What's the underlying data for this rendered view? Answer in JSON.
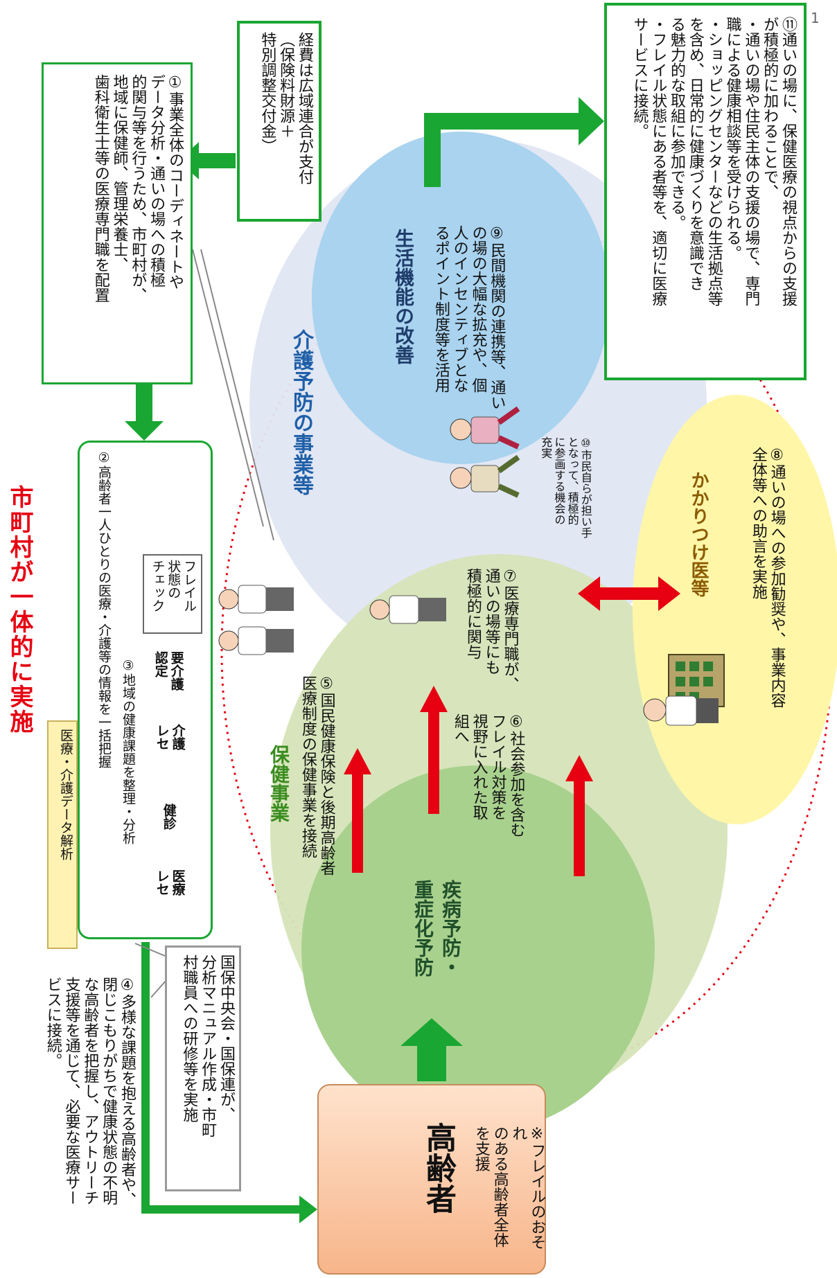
{
  "page_number": "1",
  "title": "市町村が一体的に実施",
  "colors": {
    "green": "#1aa632",
    "red": "#e60012",
    "title_red": "#e60012",
    "blue_title": "#1f5fa8",
    "green_title": "#3a8c1f",
    "brown_title": "#8a5a00"
  },
  "box_funding": {
    "text": "経費は広域連合が支付\n（保険料財源＋\n特別調整交付金）"
  },
  "box_item1": {
    "text": "①事業全体のコーディネートや\nデータ分析・通いの場への積極\n的関与等を行うため、市町村が、\n地域に保健師、管理栄養士、\n歯科衛生士等の医療専門職を配置"
  },
  "box_item11": {
    "text": "⑪通いの場に、保健医療の視点からの支援\nが積極的に加わることで、\n・通いの場や住民主体の支援の場で、専門\n職による健康相談等を受けられる。\n・ショッピングセンターなどの生活拠点等\nを含め、日常的に健康づくりを意識でき\nる魅力的な取組に参加できる。\n・フレイル状態にある者等を、適切に医療\nサービスに接続。"
  },
  "data_panel": {
    "label": "医療・介護データ解析",
    "item2": "②高齢者一人ひとりの医療・介護等の情報を一括把握",
    "item3": "③地域の健康課題を整理・分析",
    "db_items": [
      "医療\nレセ",
      "健診",
      "介護\nレセ",
      "要介護\n認定"
    ],
    "check_card": "フレイル\n状態の\nチェック",
    "computer_icon": "computer-icon"
  },
  "box_kokuho": {
    "text": "国保中央会・国保連が、\n分析マニュアル作成・市町\n村職員への研修等を実施"
  },
  "item4": {
    "text": "④多様な課題を抱える高齢者や、\n閉じこもりがちで健康状態の不明\nな高齢者を把握し、アウトリーチ\n支援等を通じて、必要な医療サー\nビスに接続。"
  },
  "elderly_box": {
    "title": "高齢者",
    "note": "※フレイルのおそれ\nのある高齢者全体\nを支援"
  },
  "circles": {
    "kaigo_title": "介護予防の事業等",
    "seikatsu_title": "生活機能の改善",
    "hoken_title": "保健事業",
    "shippei_title": "疾病予防・\n重症化予防",
    "kakaritsuke_title": "かかりつけ医等"
  },
  "items": {
    "item5": "⑤国民健康保険と後期高齢者\n医療制度の保健事業を接続",
    "item6": "⑥社会参加を含む\nフレイル対策を\n視野に入れた取\n組へ",
    "item7": "⑦医療専門職が、\n通いの場等にも\n積極的に関与",
    "item8": "⑧通いの場への参加勧奨や、事業内容\n全体等への助言を実施",
    "item9": "⑨民間機関の連携等、通い\nの場の大幅な拡充や、個\n人のインセンティブとな\nるポイント制度等を活用",
    "item10": "⑩市民自らが担い手\nとなって、積極的\nに参画する機会の\n充実"
  }
}
